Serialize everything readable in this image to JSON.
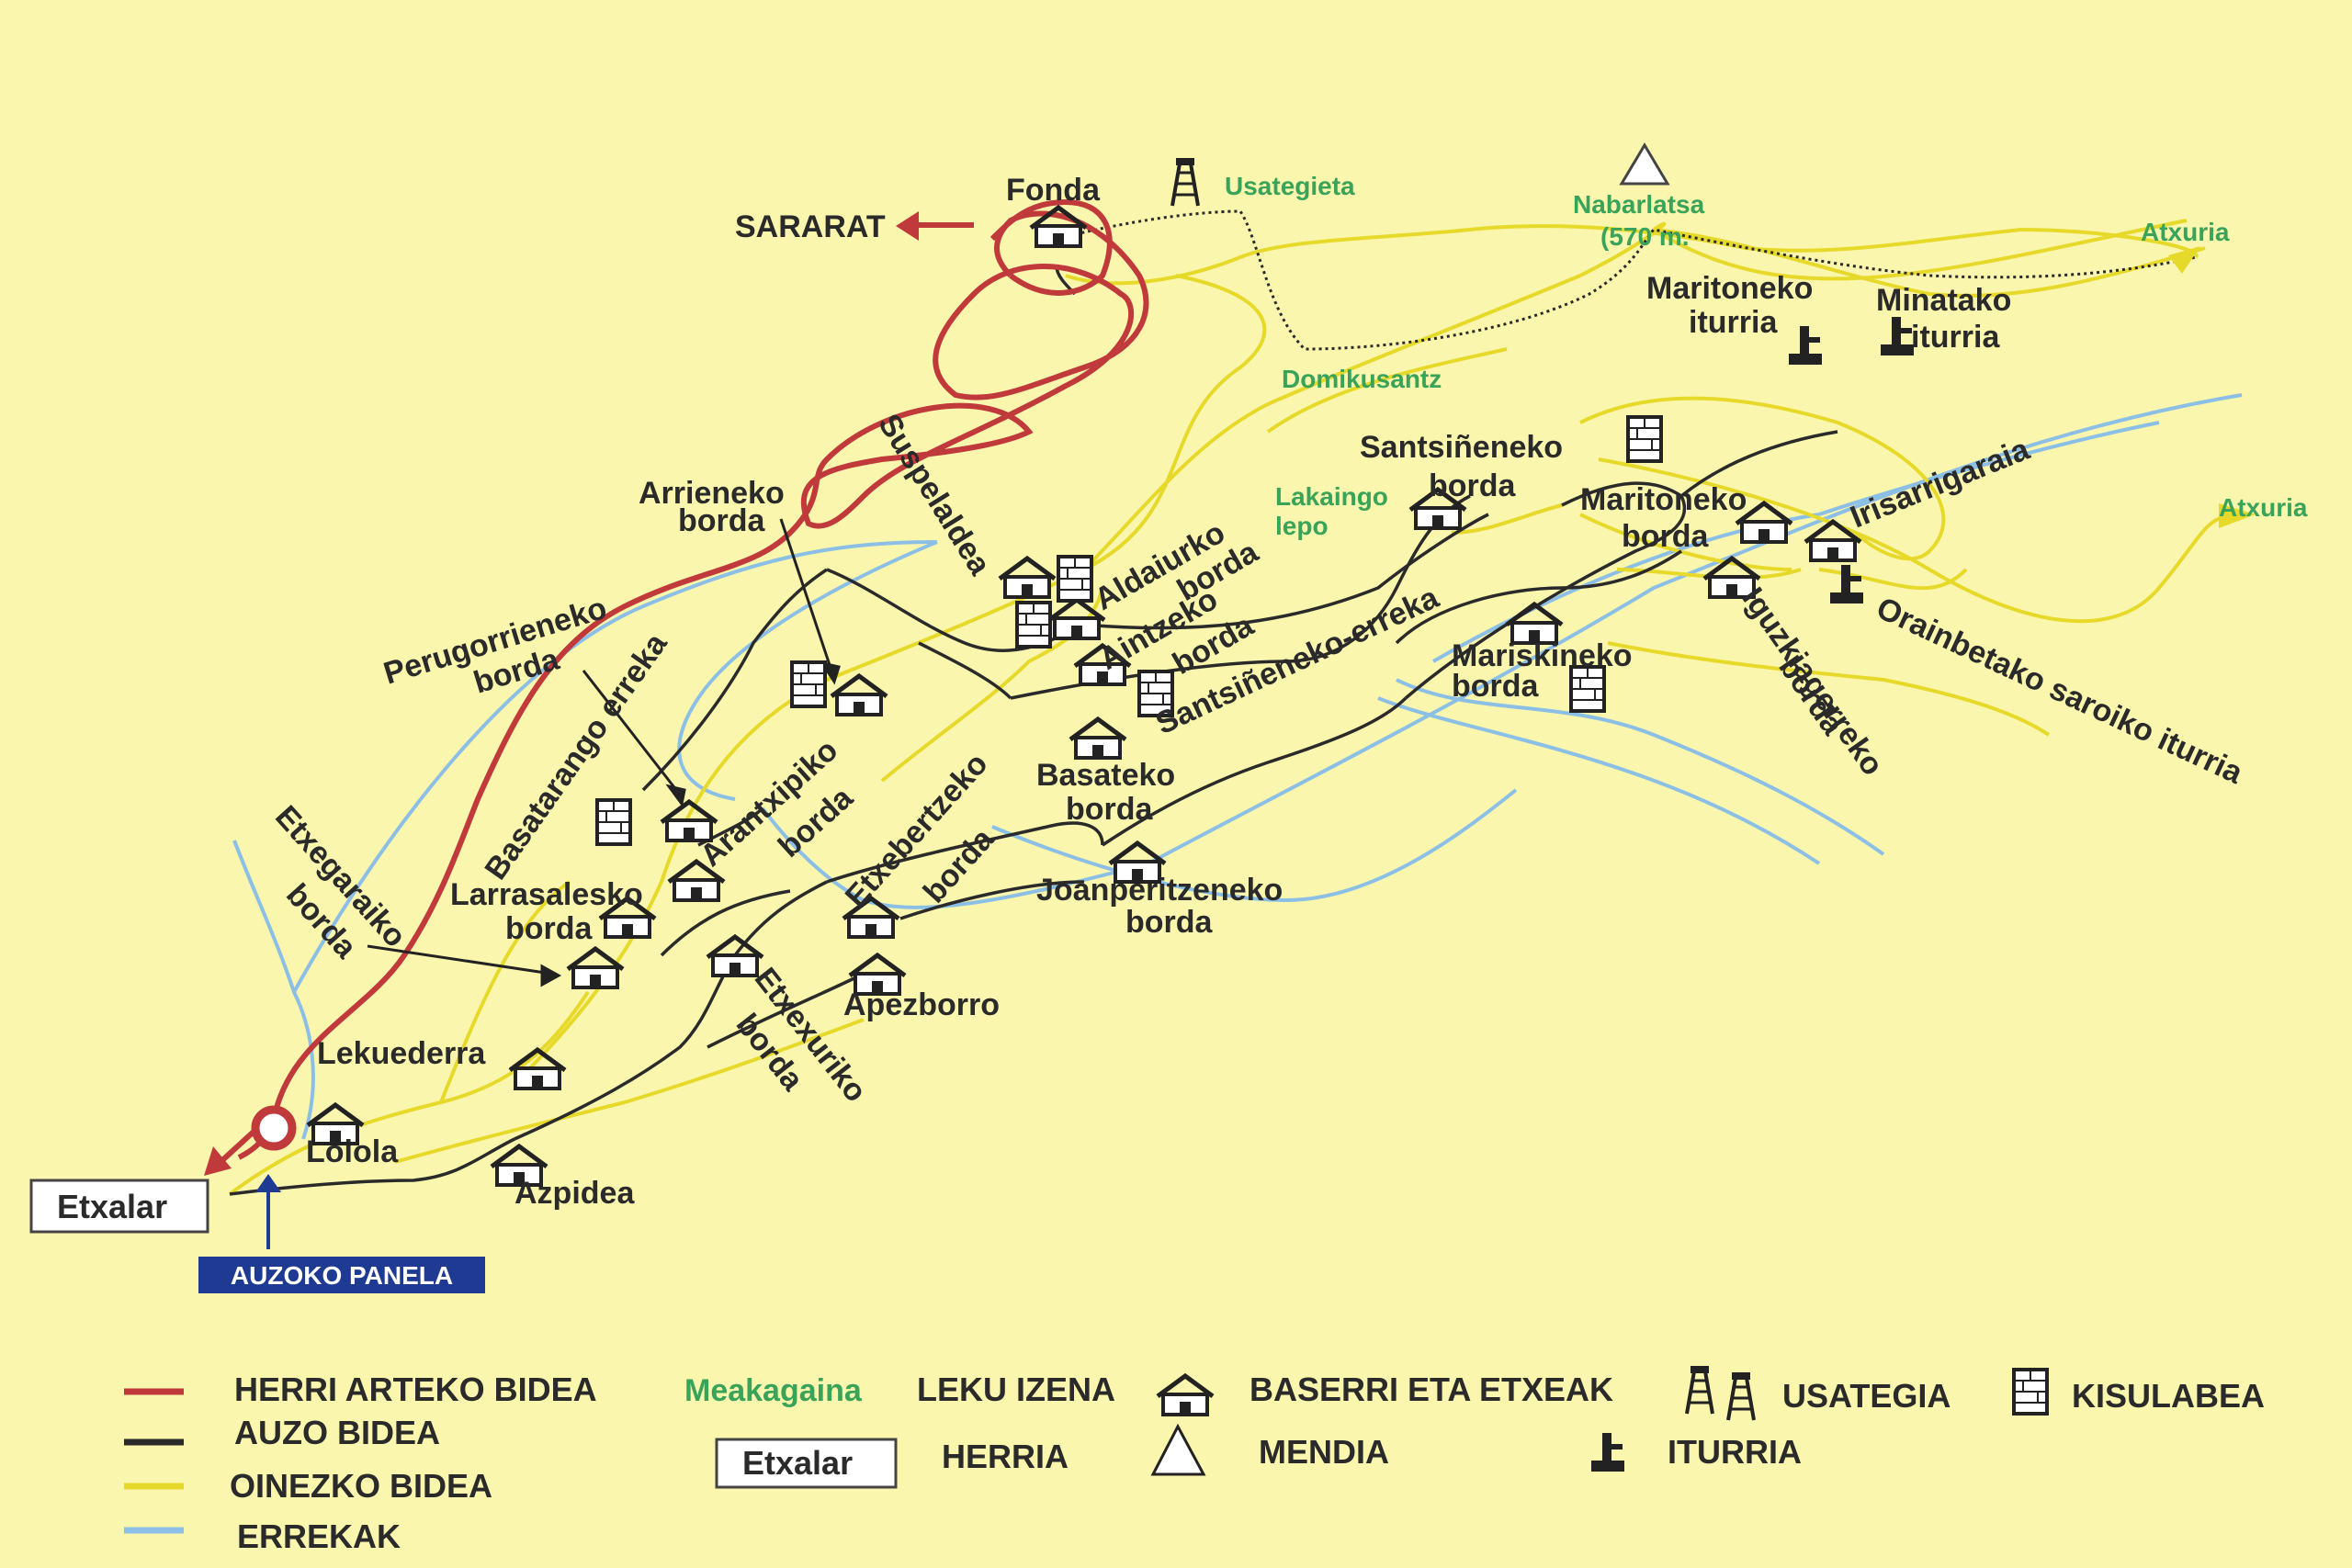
{
  "colors": {
    "background": "#fbf6ad",
    "herri_arteko_bidea": "#c0393b",
    "auzo_bidea": "#2a2a2a",
    "oinezko_bidea": "#e6d92a",
    "errekak": "#8cbfe6",
    "leku_izena": "#3aa35a",
    "panel": "#1f3a93"
  },
  "places": {
    "sararat": "SARARAT",
    "fonda": "Fonda",
    "usategieta": "Usategieta",
    "nabarlatsa": "Nabarlatsa",
    "nabarlatsa_alt": "(570 m.",
    "atxuria_1": "Atxuria",
    "atxuria_2": "Atxuria",
    "maritoneko_iturria_1": "Maritoneko",
    "maritoneko_iturria_2": "iturria",
    "minatako_iturria_1": "Minatako",
    "minatako_iturria_2": "iturria",
    "domikusantz": "Domikusantz",
    "lakaingo_lepo_1": "Lakaingo",
    "lakaingo_lepo_2": "lepo",
    "santsineneko_borda_1": "Santsiñeneko",
    "santsineneko_borda_2": "borda",
    "maritoneko_borda_1": "Maritoneko",
    "maritoneko_borda_2": "borda",
    "irisarrigaraia": "Irisarrigaraia",
    "suspelaldea": "Suspelaldea",
    "arrieneko_borda_1": "Arrieneko",
    "arrieneko_borda_2": "borda",
    "aldaiurko_borda_1": "Aldaiurko",
    "aldaiurko_borda_2": "borda",
    "aintzeko_borda_1": "Aintzeko",
    "aintzeko_borda_2": "borda",
    "santsineneko_erreka": "Santsiñeneko-erreka",
    "mariskineko_borda_1": "Mariskineko",
    "mariskineko_borda_2": "borda",
    "iguzkiagerreko_borda_1": "Iguzkiagerreko",
    "iguzkiagerreko_borda_2": "borda",
    "orainbetako_saroiko_iturria": "Orainbetako saroiko iturria",
    "perugorrieneko_borda_1": "Perugorrieneko",
    "perugorrieneko_borda_2": "borda",
    "basatarango_erreka": "Basatarango erreka",
    "basateko_borda_1": "Basateko",
    "basateko_borda_2": "borda",
    "arantxipiko_borda_1": "Arantxipiko",
    "arantxipiko_borda_2": "borda",
    "etxegaraiko_borda_1": "Etxegaraiko",
    "etxegaraiko_borda_2": "borda",
    "larrasalesko_borda_1": "Larrasalesko",
    "larrasalesko_borda_2": "borda",
    "etxebertzeko_borda_1": "Etxebertzeko",
    "etxebertzeko_borda_2": "borda",
    "joanperitzeneko_borda_1": "Joanperitzeneko",
    "joanperitzeneko_borda_2": "borda",
    "apezborro": "Apezborro",
    "etxexuriko_borda_1": "Etxexuriko",
    "etxexuriko_borda_2": "borda",
    "lekuederra": "Lekuederra",
    "loiola": "Loiola",
    "azpidea": "Azpidea",
    "etxalar": "Etxalar",
    "auzoko_panela": "AUZOKO PANELA"
  },
  "legend": {
    "herri_arteko_bidea": "HERRI ARTEKO BIDEA",
    "auzo_bidea": "AUZO BIDEA",
    "oinezko_bidea": "OINEZKO BIDEA",
    "errekak": "ERREKAK",
    "leku_izena_sample": "Meakagaina",
    "leku_izena": "LEKU IZENA",
    "baserri_eta_etxeak": "BASERRI ETA ETXEAK",
    "usategia": "USATEGIA",
    "kisulabea": "KISULABEA",
    "herria_sample": "Etxalar",
    "herria": "HERRIA",
    "mendia": "MENDIA",
    "iturria": "ITURRIA"
  },
  "icons": [
    "house-icon",
    "dovecote-icon",
    "lime-kiln-icon",
    "spring-icon",
    "mountain-icon",
    "arrow-icon",
    "start-point-icon"
  ]
}
